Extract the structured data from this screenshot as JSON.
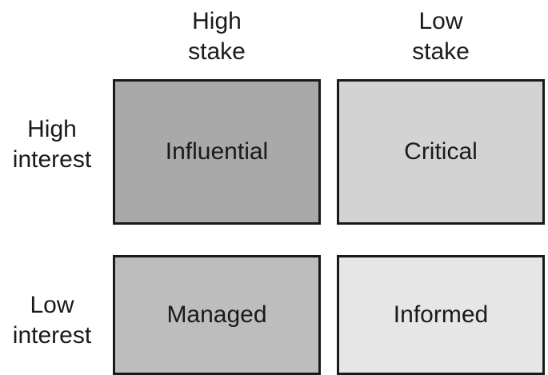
{
  "columns": [
    {
      "line1": "High",
      "line2": "stake"
    },
    {
      "line1": "Low",
      "line2": "stake"
    }
  ],
  "rows": [
    {
      "line1": "High",
      "line2": "interest"
    },
    {
      "line1": "Low",
      "line2": "interest"
    }
  ],
  "cells": {
    "influential": {
      "label": "Influential",
      "fill": "#a9a9a9"
    },
    "critical": {
      "label": "Critical",
      "fill": "#d3d3d3"
    },
    "managed": {
      "label": "Managed",
      "fill": "#bdbdbd"
    },
    "informed": {
      "label": "Informed",
      "fill": "#e6e6e6"
    }
  }
}
